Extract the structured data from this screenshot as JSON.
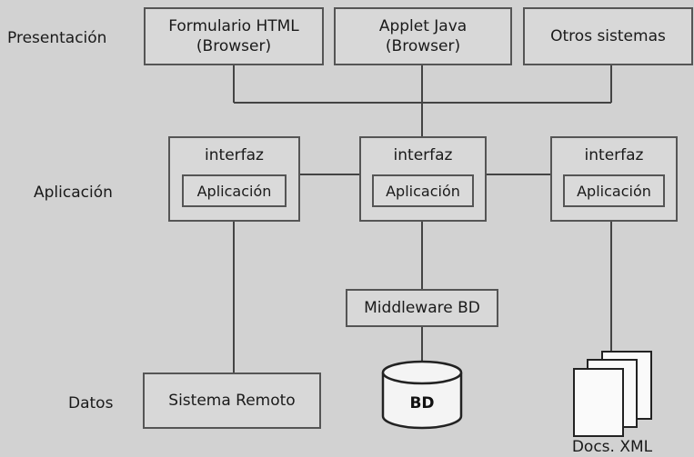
{
  "layers": {
    "presentation": "Presentación",
    "application": "Aplicación",
    "data": "Datos"
  },
  "presentation_boxes": [
    {
      "line1": "Formulario HTML",
      "line2": "(Browser)"
    },
    {
      "line1": "Applet Java",
      "line2": "(Browser)"
    },
    {
      "line1": "Otros sistemas"
    }
  ],
  "app_nodes": [
    {
      "interface_label": "interfaz",
      "app_label": "Aplicación"
    },
    {
      "interface_label": "interfaz",
      "app_label": "Aplicación"
    },
    {
      "interface_label": "interfaz",
      "app_label": "Aplicación"
    }
  ],
  "middleware": "Middleware BD",
  "data_nodes": {
    "remote": "Sistema Remoto",
    "database": "BD",
    "docs": "Docs. XML"
  }
}
